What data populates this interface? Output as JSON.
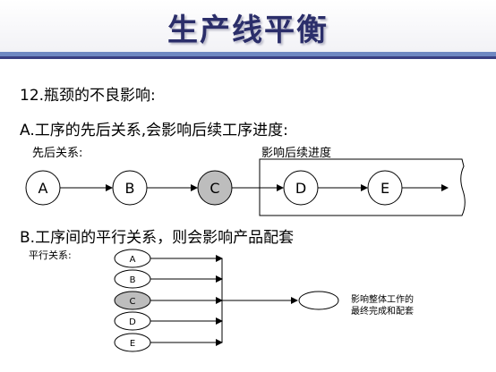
{
  "slide": {
    "title": "生产线平衡",
    "heading": "12.瓶颈的不良影响:",
    "section_a": {
      "text": "A.工序的先后关系,会影响后续工序进度:",
      "left_label": "先后关系:",
      "box_label": "影响后续进度",
      "nodes": [
        "A",
        "B",
        "C",
        "D",
        "E"
      ],
      "highlighted_node": "C"
    },
    "section_b": {
      "text": "B.工序间的平行关系，则会影响产品配套",
      "left_label": "平行关系:",
      "nodes": [
        "A",
        "B",
        "C",
        "D",
        "E"
      ],
      "highlighted_node": "C",
      "result_line1": "影响整体工作的",
      "result_line2": "最终完成和配套"
    }
  },
  "colors": {
    "title": "#2b2e6a",
    "rule_light": "#6f88c2",
    "rule_dark": "#3a3f82",
    "highlight_fill": "#bdbdbd"
  }
}
